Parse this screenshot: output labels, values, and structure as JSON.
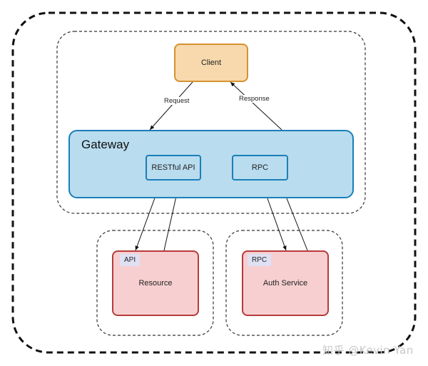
{
  "nodes": {
    "client": "Client",
    "gateway": "Gateway",
    "restful_api": "RESTful API",
    "gateway_rpc": "RPC",
    "resource": "Resource",
    "resource_tag": "API",
    "auth_service": "Auth Service",
    "auth_tag": "RPC"
  },
  "edges": {
    "request": "Request",
    "response": "Response"
  },
  "watermark": "知乎 @Kevin Yan",
  "colors": {
    "client_fill": "#f7d9ad",
    "client_stroke": "#d4922f",
    "gateway_fill": "#b9dcef",
    "gateway_stroke": "#1a7fb8",
    "service_fill": "#f7cfd0",
    "service_stroke": "#b83a3a",
    "tag_fill": "#dfe0f3"
  }
}
